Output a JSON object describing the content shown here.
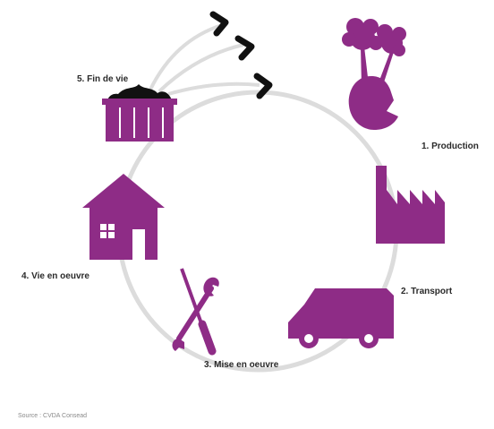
{
  "diagram": {
    "stages": [
      {
        "number": "1",
        "label": "1. Production",
        "icon": "tree-icon"
      },
      {
        "number": "2",
        "label": "2. Transport",
        "icon": "truck-icon"
      },
      {
        "number": "3",
        "label": "3. Mise en oeuvre",
        "icon": "tools-icon"
      },
      {
        "number": "4",
        "label": "4. Vie en oeuvre",
        "icon": "house-icon"
      },
      {
        "number": "5",
        "label": "5. Fin de vie",
        "icon": "bin-icon"
      }
    ],
    "exit_arrows": 3,
    "source": "Source : CVDA Consead",
    "colors": {
      "accent": "#8e2c86",
      "cycle": "#dcdcdc",
      "arrow": "#111111",
      "text": "#2a2a2a"
    }
  }
}
